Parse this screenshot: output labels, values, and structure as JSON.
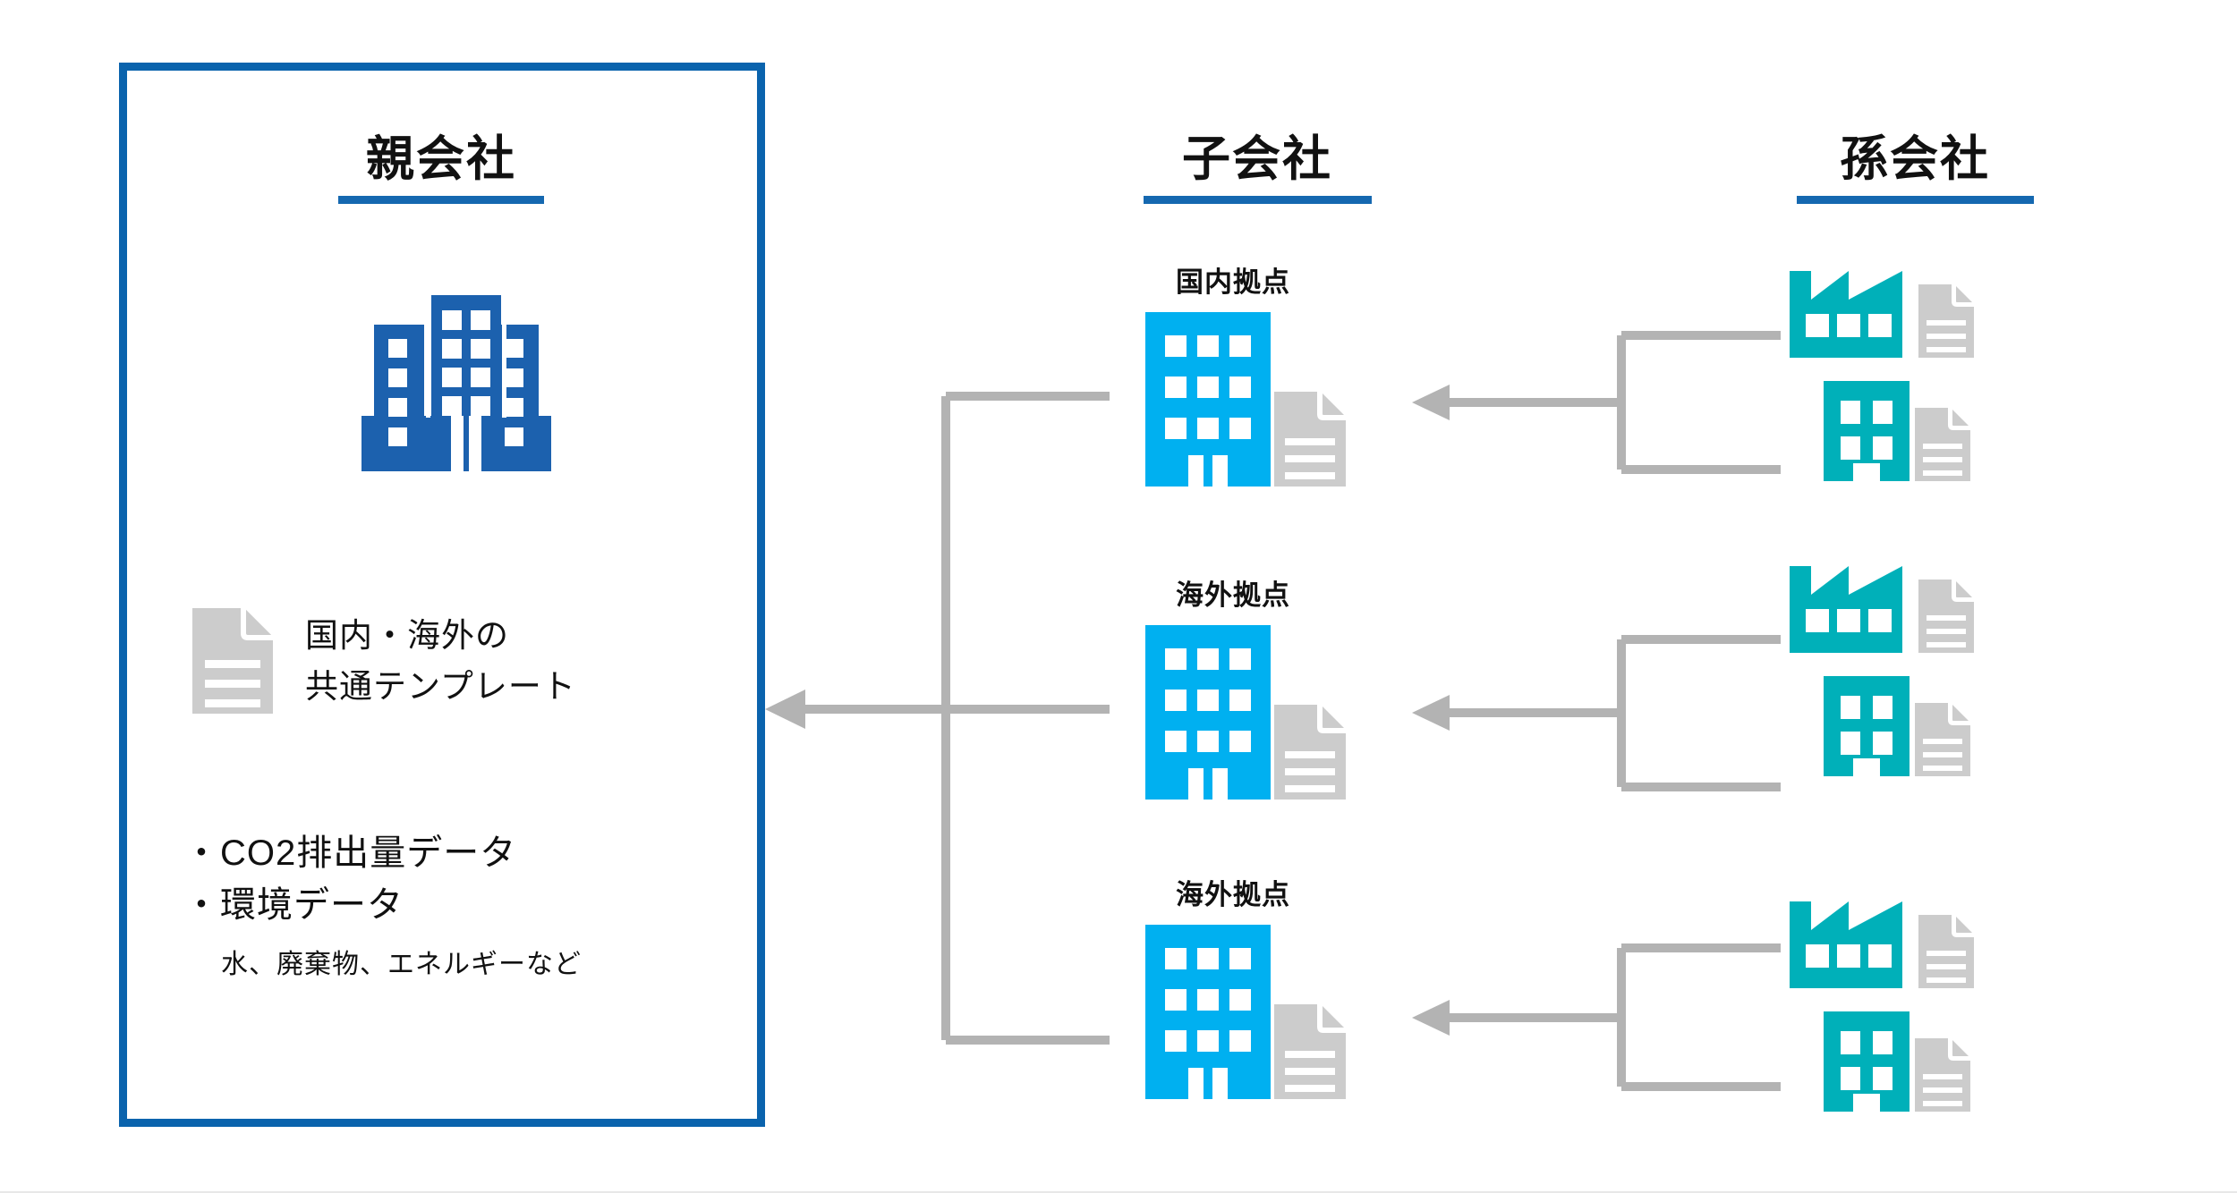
{
  "colors": {
    "parent_blue": "#0a63ad",
    "heading_rule": "#1568b0",
    "subsidiary_cyan": "#00b0f0",
    "grandchild_teal": "#00b0b9",
    "document_gray": "#cccccc",
    "connector_gray": "#b3b3b3",
    "text": "#111111",
    "background": "#ffffff"
  },
  "columns": {
    "parent": {
      "heading": "親会社",
      "building_icon": "office-building-icon",
      "template": {
        "document_icon": "document-icon",
        "line1": "国内・海外の",
        "line2": "共通テンプレート"
      },
      "bullets": [
        "・CO2排出量データ",
        "・環境データ"
      ],
      "note": "水、廃棄物、エネルギーなど"
    },
    "subsidiary": {
      "heading": "子会社",
      "sites": [
        {
          "label": "国内拠点",
          "building_icon": "office-building-icon",
          "document_icon": "document-icon"
        },
        {
          "label": "海外拠点",
          "building_icon": "office-building-icon",
          "document_icon": "document-icon"
        },
        {
          "label": "海外拠点",
          "building_icon": "office-building-icon",
          "document_icon": "document-icon"
        }
      ]
    },
    "grandchild": {
      "heading": "孫会社",
      "groups": [
        {
          "entities": [
            {
              "icon": "factory-icon",
              "document_icon": "document-icon"
            },
            {
              "icon": "small-building-icon",
              "document_icon": "document-icon"
            }
          ]
        },
        {
          "entities": [
            {
              "icon": "factory-icon",
              "document_icon": "document-icon"
            },
            {
              "icon": "small-building-icon",
              "document_icon": "document-icon"
            }
          ]
        },
        {
          "entities": [
            {
              "icon": "factory-icon",
              "document_icon": "document-icon"
            },
            {
              "icon": "small-building-icon",
              "document_icon": "document-icon"
            }
          ]
        }
      ]
    }
  },
  "connectors": {
    "main_trunk": {
      "description": "subsidiaries-to-parent-arrow",
      "direction": "right-to-left"
    },
    "brackets": [
      {
        "description": "grandchild-group-1-to-subsidiary-1-arrow",
        "direction": "right-to-left"
      },
      {
        "description": "grandchild-group-2-to-subsidiary-2-arrow",
        "direction": "right-to-left"
      },
      {
        "description": "grandchild-group-3-to-subsidiary-3-arrow",
        "direction": "right-to-left"
      }
    ]
  }
}
